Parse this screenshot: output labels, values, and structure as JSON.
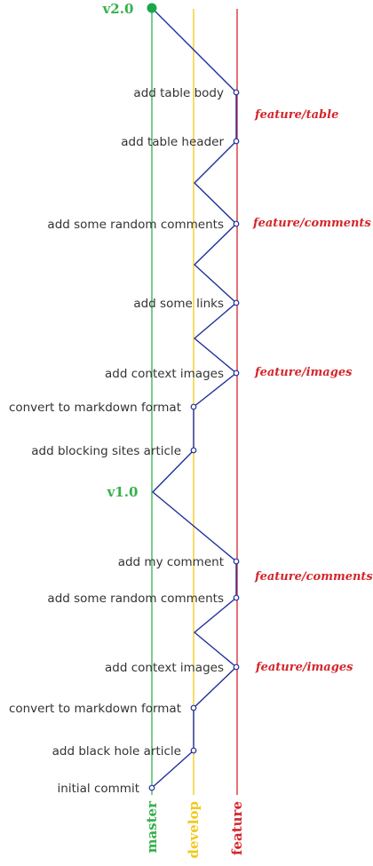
{
  "lanes": [
    {
      "id": "master",
      "label": "master",
      "color": "#33b14a"
    },
    {
      "id": "develop",
      "label": "develop",
      "color": "#f2c81b"
    },
    {
      "id": "feature",
      "label": "feature",
      "color": "#d4252b"
    }
  ],
  "colors": {
    "connector": "#1f2f9a",
    "tag": "#33b14a",
    "annotation": "#d4252b",
    "head_dot": "#1aa84a",
    "commit_label": "#333333"
  },
  "tags": [
    {
      "label": "v2.0",
      "lane": "master",
      "commit": "head"
    },
    {
      "label": "v1.0",
      "lane": "master",
      "commit": "v1"
    }
  ],
  "commits": [
    {
      "id": "head",
      "label": "",
      "lane": "master"
    },
    {
      "id": "c1",
      "label": "add table body",
      "lane": "feature"
    },
    {
      "id": "c2",
      "label": "add table header",
      "lane": "feature"
    },
    {
      "id": "c3",
      "label": "add some random comments",
      "lane": "feature"
    },
    {
      "id": "c4",
      "label": "add some links",
      "lane": "feature"
    },
    {
      "id": "c5",
      "label": "add context images",
      "lane": "feature"
    },
    {
      "id": "c6",
      "label": "convert to markdown format",
      "lane": "develop"
    },
    {
      "id": "c7",
      "label": "add blocking sites article",
      "lane": "develop"
    },
    {
      "id": "v1",
      "label": "",
      "lane": "master"
    },
    {
      "id": "c8",
      "label": "add my comment",
      "lane": "feature"
    },
    {
      "id": "c9",
      "label": "add some random comments",
      "lane": "feature"
    },
    {
      "id": "c10",
      "label": "add context images",
      "lane": "feature"
    },
    {
      "id": "c11",
      "label": "convert to markdown format",
      "lane": "develop"
    },
    {
      "id": "c12",
      "label": "add black hole article",
      "lane": "develop"
    },
    {
      "id": "c13",
      "label": "initial commit",
      "lane": "master"
    }
  ],
  "branch_annotations": [
    {
      "label": "feature/table",
      "commit": "c1"
    },
    {
      "label": "feature/comments",
      "commit": "c3"
    },
    {
      "label": "feature/images",
      "commit": "c5"
    },
    {
      "label": "feature/comments",
      "commit": "c8"
    },
    {
      "label": "feature/images",
      "commit": "c10"
    }
  ]
}
